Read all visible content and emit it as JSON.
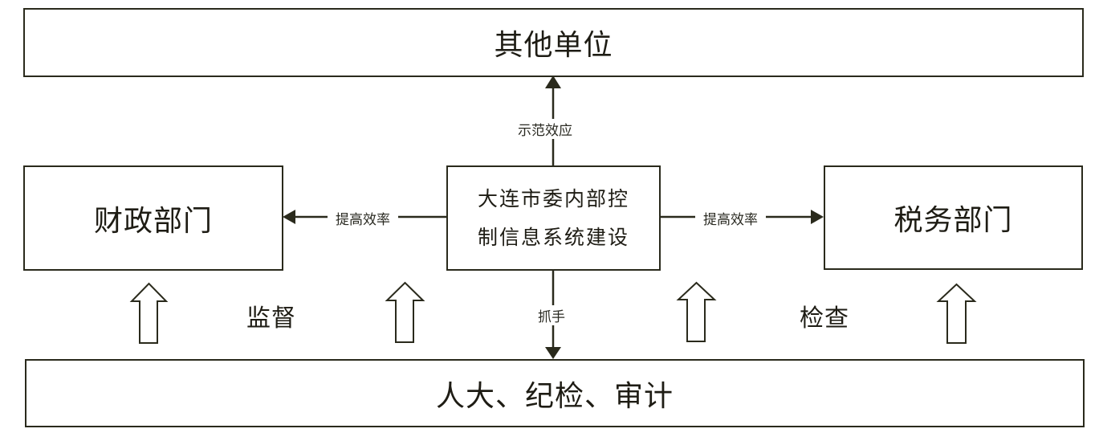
{
  "nodes": {
    "top": "其他单位",
    "left": "财政部门",
    "center_line1": "大连市委内部控",
    "center_line2": "制信息系统建设",
    "right": "税务部门",
    "bottom": "人大、纪检、审计"
  },
  "edges": {
    "up": "示范效应",
    "left": "提高效率",
    "right": "提高效率",
    "down": "抓手"
  },
  "side_labels": {
    "left": "监督",
    "right": "检查"
  },
  "colors": {
    "line": "#2a2a1c",
    "background": "#ffffff"
  }
}
